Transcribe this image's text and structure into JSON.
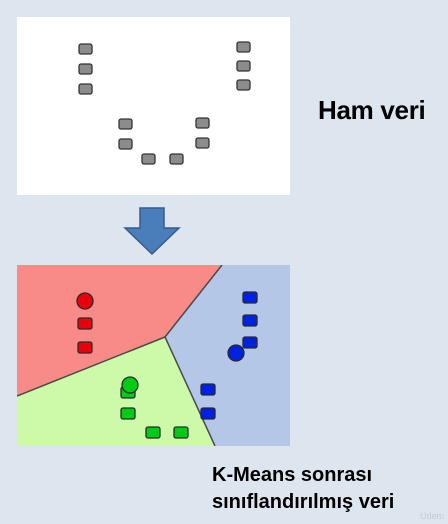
{
  "raw_label": "Ham veri",
  "result_label_line1": "K-Means sonrası",
  "result_label_line2": "sınıflandırılmış veri",
  "watermark": "Udem",
  "colors": {
    "background": "#dde5ef",
    "raw_point": "#8c8c8c",
    "arrow": "#4a7ebb",
    "region_red": "#f88a87",
    "region_green": "#ccfaa9",
    "region_blue": "#b4c7e7",
    "cluster_red": "#e8000c",
    "cluster_green": "#00cc15",
    "cluster_blue": "#0021e0"
  }
}
